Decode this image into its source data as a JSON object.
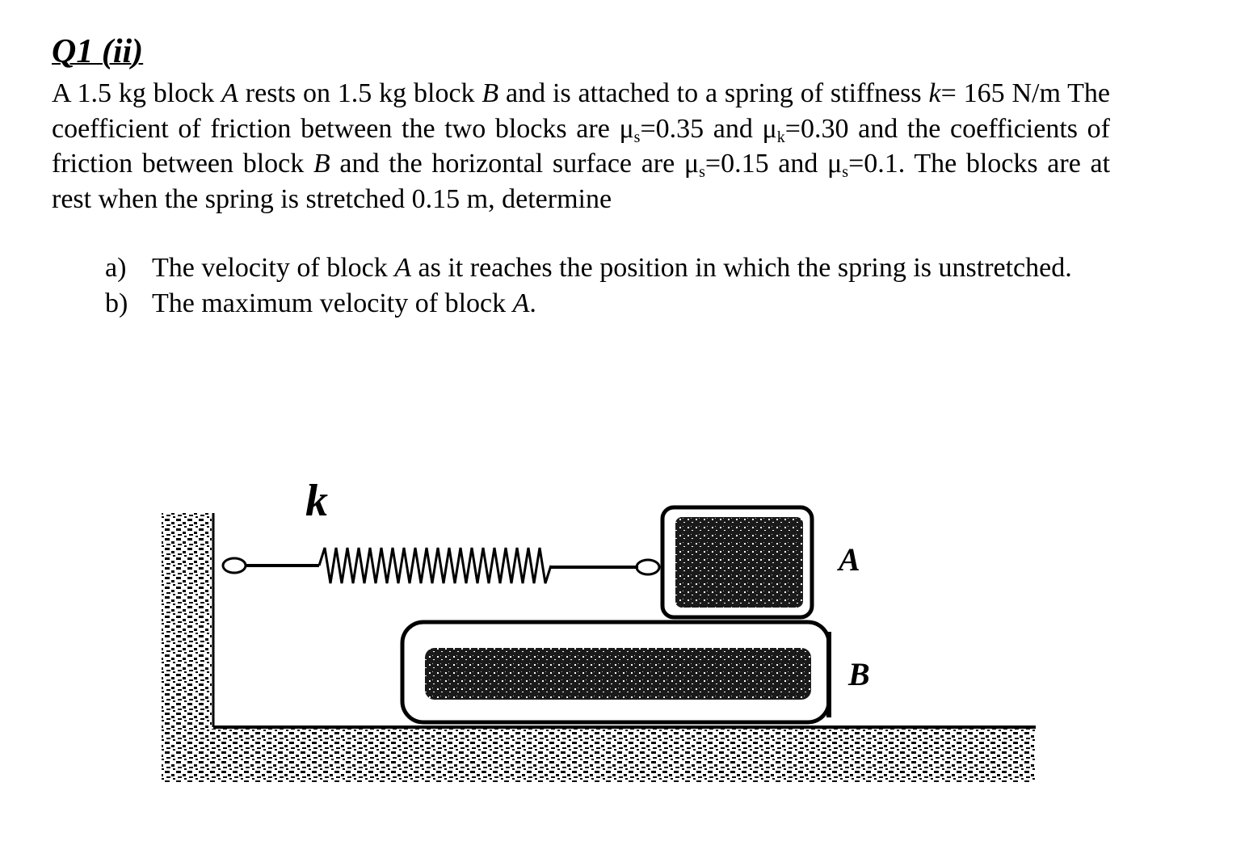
{
  "question": {
    "heading": "Q1 (ii)",
    "statement": {
      "s1": "A 1.5 kg block ",
      "blockA": "A",
      "s2": " rests on 1.5 kg block ",
      "blockB": "B",
      "s3": " and is attached to a spring of stiffness ",
      "k": "k",
      "s4": "= 165 N/m The coefficient of friction between the two blocks are μ",
      "sub_s1": "s",
      "s5": "=0.35 and μ",
      "sub_k": "k",
      "s6": "=0.30 and the coefficients of friction between block ",
      "blockB2": "B",
      "s7": " and the horizontal surface are μ",
      "sub_s2": "s",
      "s8": "=0.15 and μ",
      "sub_s3": "s",
      "s9": "=0.1. The blocks are at rest when the spring is stretched 0.15 m, determine"
    },
    "parts": [
      {
        "marker": "a)",
        "t1": "The velocity of block ",
        "blk": "A",
        "t2": " as it reaches the position in which the spring is unstretched."
      },
      {
        "marker": "b)",
        "t1": "The maximum velocity of block ",
        "blk": "A",
        "t2": "."
      }
    ]
  },
  "figure": {
    "spring_label": "k",
    "label_a": "A",
    "label_b": "B"
  }
}
